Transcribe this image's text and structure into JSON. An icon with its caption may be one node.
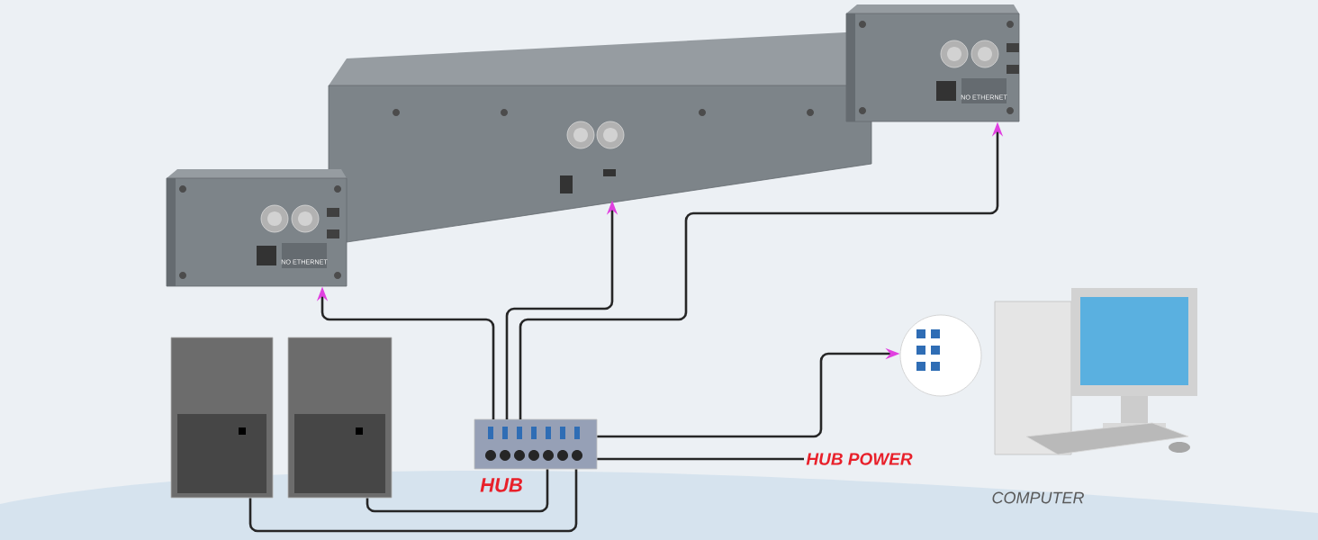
{
  "diagram": {
    "nodes": [
      {
        "text": [],
        "shape": "picture"
      },
      {
        "text": [],
        "shape": "picture"
      },
      {
        "text": [],
        "shape": "picture"
      },
      {
        "text": [],
        "shape": "picture"
      },
      {
        "text": [],
        "shape": "picture"
      },
      {
        "text": [
          "HUB"
        ]
      },
      {
        "text": [
          "COMPUTER"
        ]
      },
      {
        "text": [
          "HUB  POWER"
        ]
      }
    ],
    "edges": [
      {
        "from": 5,
        "to": 0,
        "arrow": "to"
      },
      {
        "from": 5,
        "to": 1,
        "arrow": "to"
      },
      {
        "from": 5,
        "to": 2,
        "arrow": "to"
      },
      {
        "from": 5,
        "to": 6,
        "arrow": "to"
      },
      {
        "from": 3,
        "to": 5,
        "arrow": "none"
      },
      {
        "from": 4,
        "to": 5,
        "arrow": "none"
      },
      {
        "from": 5,
        "to": 7,
        "arrow": "none"
      }
    ],
    "labels": [
      "NO ETHERNET",
      "NO ETHERNET"
    ]
  }
}
